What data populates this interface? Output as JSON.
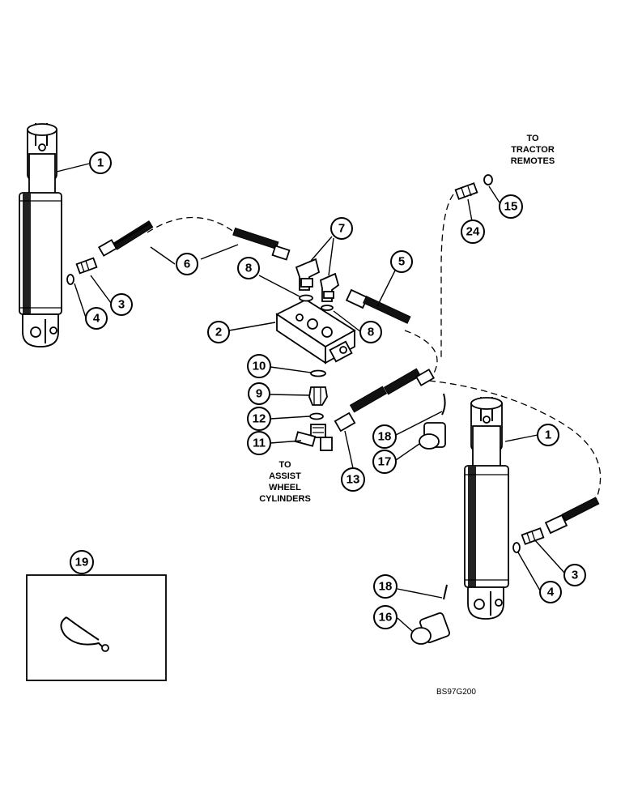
{
  "callouts": {
    "c1a": "1",
    "c1b": "1",
    "c2": "2",
    "c3a": "3",
    "c3b": "3",
    "c4a": "4",
    "c4b": "4",
    "c5": "5",
    "c6": "6",
    "c7": "7",
    "c8a": "8",
    "c8b": "8",
    "c9": "9",
    "c10": "10",
    "c11": "11",
    "c12": "12",
    "c13": "13",
    "c15": "15",
    "c16": "16",
    "c17": "17",
    "c18a": "18",
    "c18b": "18",
    "c19": "19",
    "c24": "24"
  },
  "notes": {
    "tractor": [
      "TO",
      "TRACTOR",
      "REMOTES"
    ],
    "assist": [
      "TO",
      "ASSIST",
      "WHEEL",
      "CYLINDERS"
    ]
  },
  "figure_code": "BS97G200"
}
